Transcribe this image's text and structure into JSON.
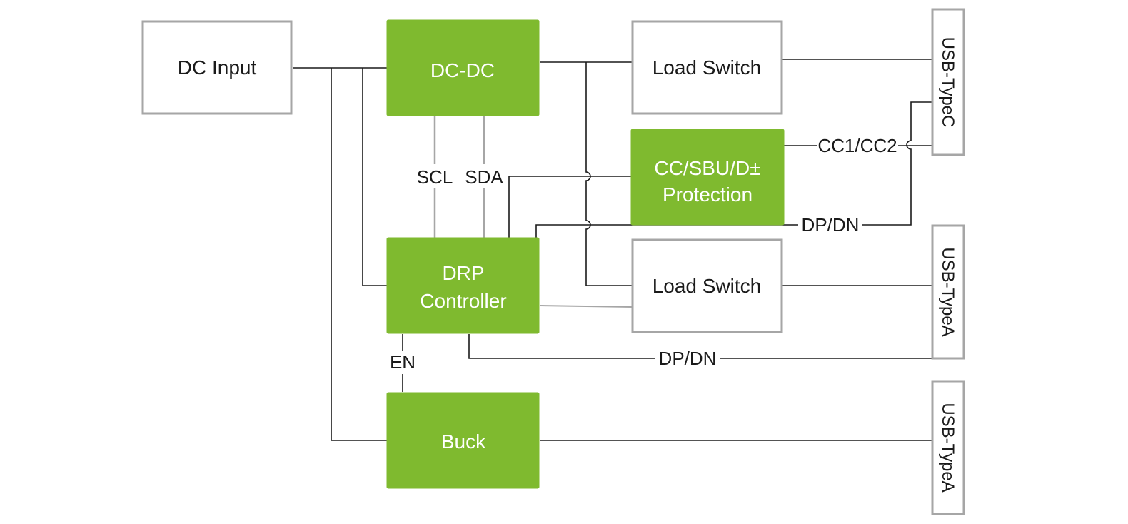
{
  "blocks": {
    "dc_input": "DC Input",
    "dc_dc": "DC-DC",
    "load_switch_top": "Load Switch",
    "protection_line1": "CC/SBU/D±",
    "protection_line2": "Protection",
    "drp_line1": "DRP",
    "drp_line2": "Controller",
    "load_switch_bottom": "Load Switch",
    "buck": "Buck"
  },
  "ports": {
    "port_1": "USB-TypeC",
    "port_2": "USB-TypeA",
    "port_3": "USB-TypeA"
  },
  "signals": {
    "scl": "SCL",
    "sda": "SDA",
    "cc": "CC1/CC2",
    "dpdn_top": "DP/DN",
    "dpdn_bottom": "DP/DN",
    "en": "EN"
  },
  "colors": {
    "accent_green": "#7fba2f",
    "border_grey": "#a6a6a6",
    "wire": "#1a1a1a"
  }
}
